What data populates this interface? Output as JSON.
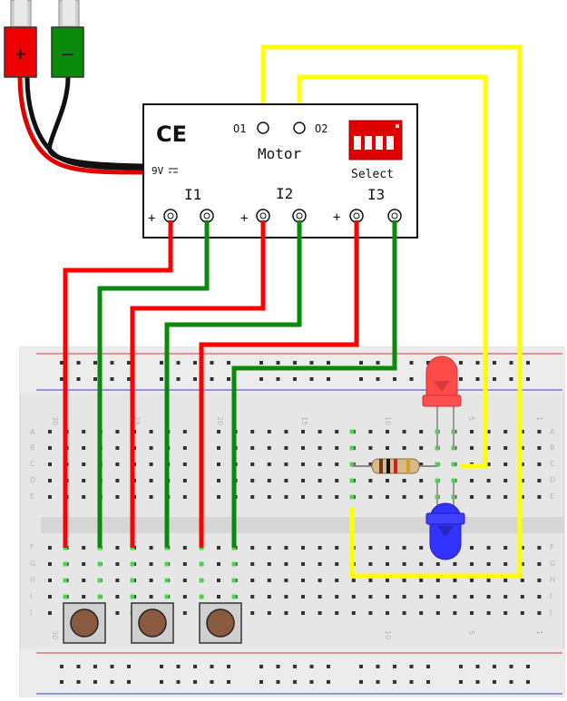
{
  "battery": {
    "plus_label": "+",
    "minus_label": "–"
  },
  "controller": {
    "ce_mark": "CE",
    "voltage_label": "9V",
    "output_labels": [
      "O1",
      "O2"
    ],
    "motor_label": "Motor",
    "select_label": "Select",
    "input_labels": [
      "I1",
      "I2",
      "I3"
    ],
    "input_polarity": "+"
  },
  "breadboard": {
    "row_letters_top": [
      "A",
      "B",
      "C",
      "D",
      "E"
    ],
    "row_letters_bottom": [
      "F",
      "G",
      "H",
      "I",
      "J"
    ],
    "column_numbers_top": [
      "30",
      "25",
      "20",
      "15",
      "10",
      "5",
      "1"
    ],
    "column_numbers_bottom": [
      "30",
      "10",
      "5",
      "1"
    ]
  },
  "components": {
    "pushbuttons": [
      "button-1",
      "button-2",
      "button-3"
    ],
    "leds": [
      "red-led",
      "blue-led"
    ],
    "resistor": "resistor"
  },
  "colors": {
    "wire_red": "#ff0000",
    "wire_green": "#0a8a0a",
    "wire_yellow": "#ffff00",
    "rail_red": "#d23a3a",
    "rail_blue": "#3a3ad2",
    "breadboard": "#e4e4e4",
    "led_red": "#ff4040",
    "led_blue": "#3333ff",
    "dip_switch": "#e00000"
  }
}
